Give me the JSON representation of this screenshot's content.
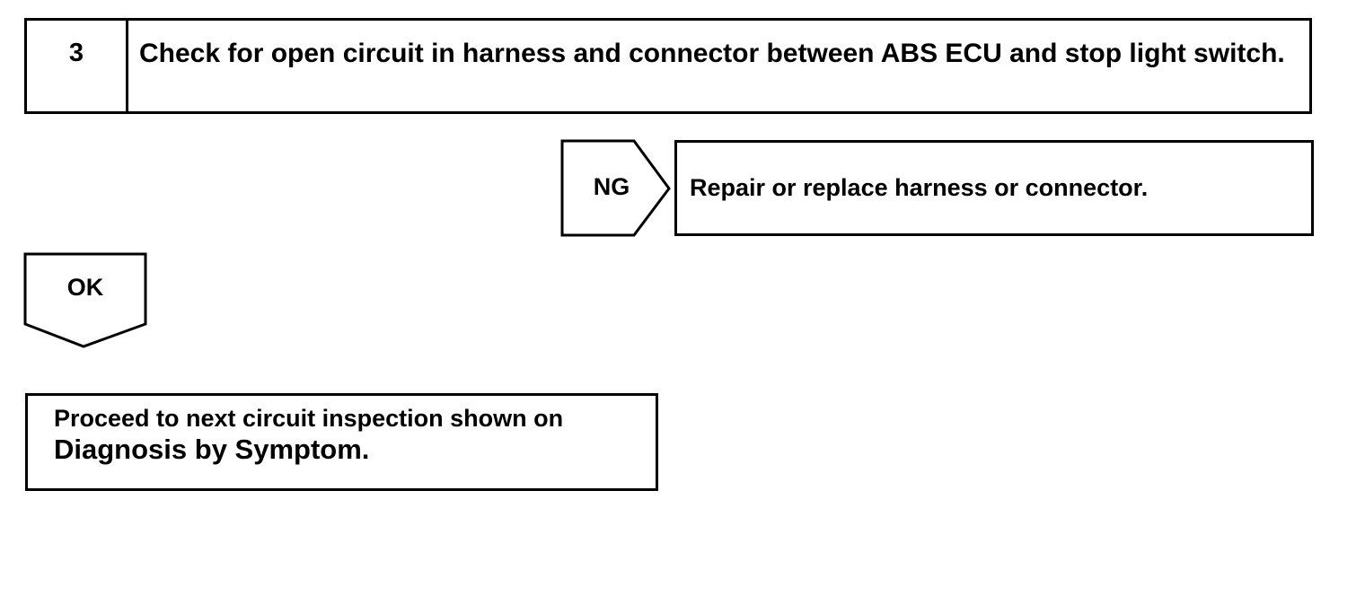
{
  "step": {
    "number": "3",
    "title": "Check for open circuit in harness and connector between ABS ECU and stop light switch."
  },
  "ng_branch": {
    "label": "NG",
    "action": "Repair or replace harness or connector."
  },
  "ok_branch": {
    "label": "OK"
  },
  "final_step": {
    "line1": "Proceed to next circuit inspection shown on",
    "line2": "Diagnosis by Symptom."
  }
}
